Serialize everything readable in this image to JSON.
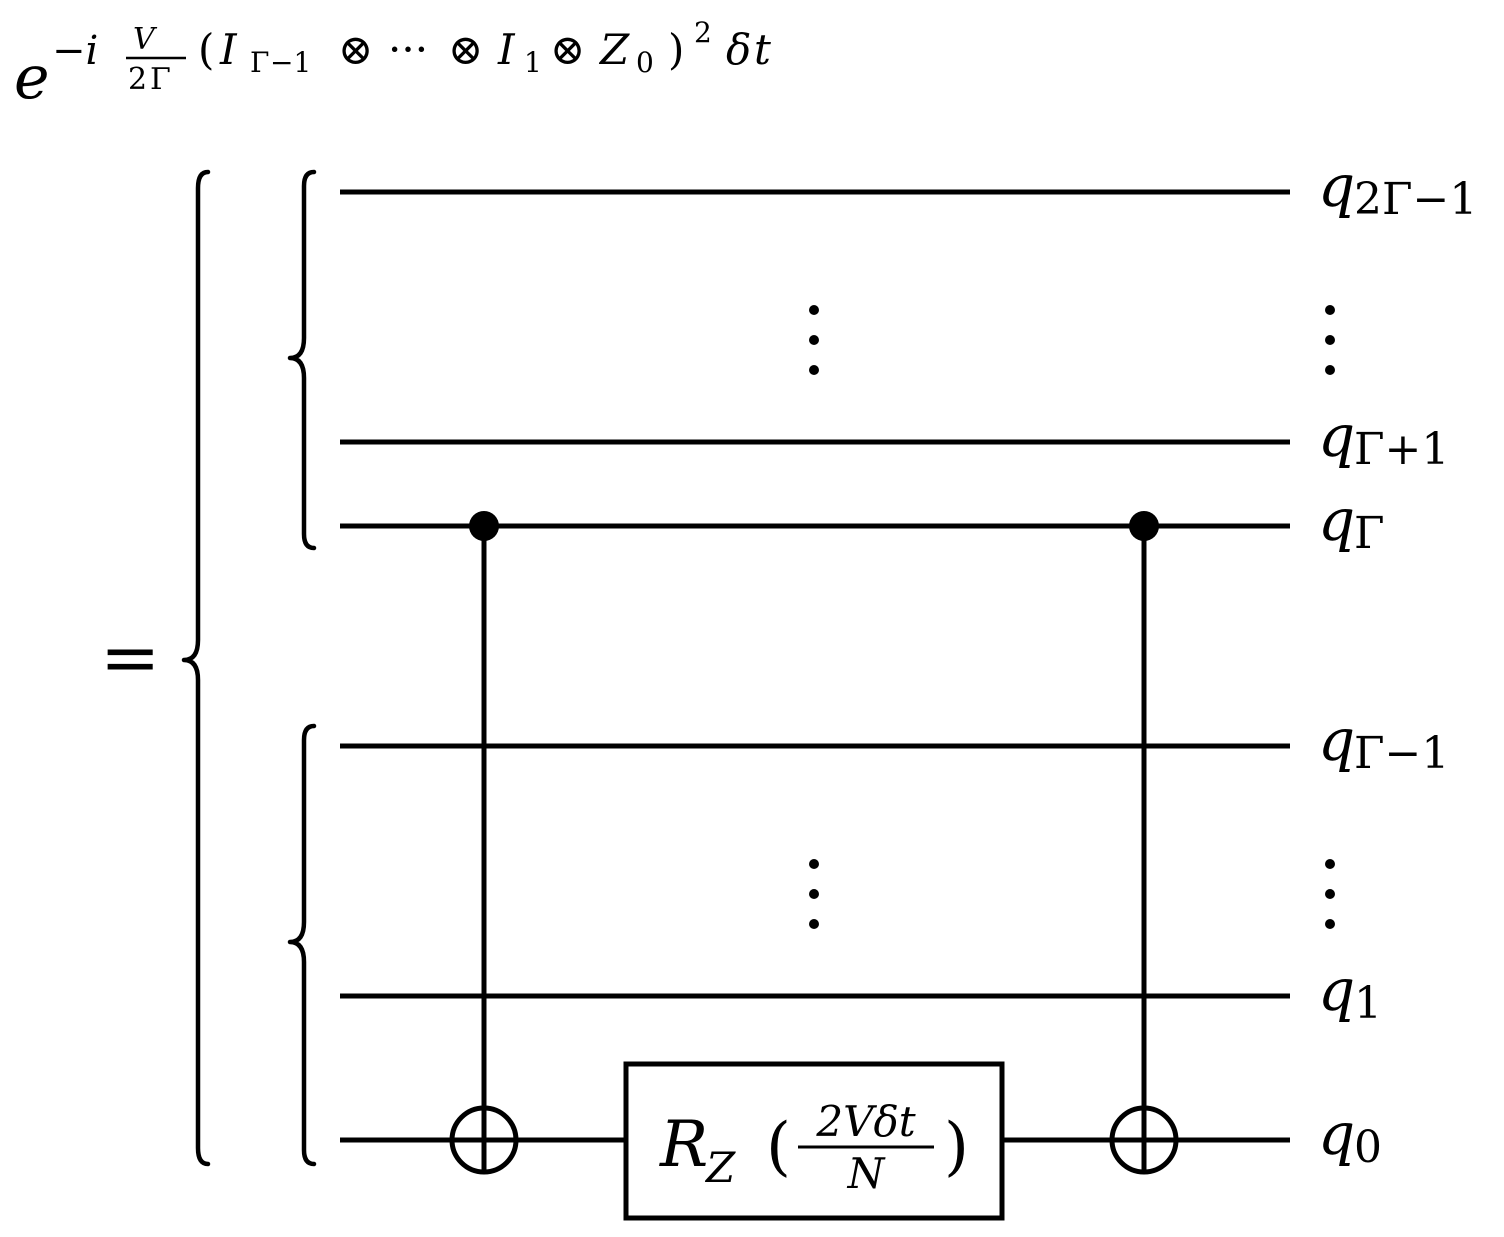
{
  "equation": {
    "lhs": {
      "base": "e",
      "exp_prefix": "−i",
      "frac_num": "V",
      "frac_den_a": "2",
      "frac_den_b": "Γ",
      "paren_open": "(",
      "I_gamma": "I",
      "I_gamma_sub_a": "Γ",
      "I_gamma_sub_b": "−1",
      "otimes1": "⊗",
      "cdots": "···",
      "otimes2": "⊗",
      "I_one": "I",
      "I_one_sub": "1",
      "otimes3": "⊗",
      "Z": "Z",
      "Z_sub": "0",
      "paren_close": ")",
      "power": "2",
      "delta": "δ",
      "t": "t"
    },
    "equals": "="
  },
  "circuit": {
    "qubits": [
      {
        "label": "q",
        "sub": "2Γ−1"
      },
      {
        "label": "",
        "sub": "⋮"
      },
      {
        "label": "q",
        "sub": "Γ+1"
      },
      {
        "label": "q",
        "sub": "Γ"
      },
      {
        "label": "q",
        "sub": "Γ−1"
      },
      {
        "label": "",
        "sub": "⋮"
      },
      {
        "label": "q",
        "sub": "1"
      },
      {
        "label": "q",
        "sub": "0"
      }
    ],
    "gate": {
      "R": "R",
      "R_sub": "Z",
      "paren_open": "(",
      "num": "2Vδt",
      "den": "N",
      "paren_close": ")"
    }
  }
}
